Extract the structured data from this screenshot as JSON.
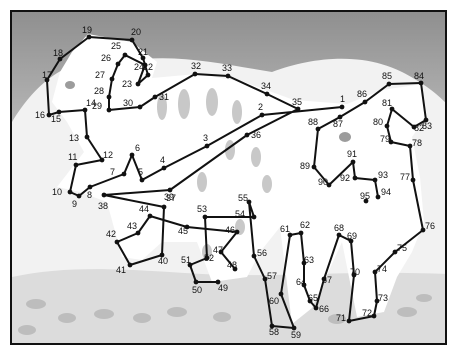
{
  "puzzle": {
    "type": "connect-the-dots",
    "dot_count": 95,
    "subject_color": "#ffffff",
    "line_color": "#111111",
    "sky_color": "#9a9a9a",
    "ground_color": "#d4d4d4",
    "rock_color": "#bdbdbd",
    "dot_labels": [
      "1",
      "2",
      "3",
      "4",
      "5",
      "6",
      "7",
      "8",
      "9",
      "10",
      "11",
      "12",
      "13",
      "14",
      "15",
      "16",
      "17",
      "18",
      "19",
      "20",
      "21",
      "22",
      "23",
      "24",
      "25",
      "26",
      "27",
      "28",
      "29",
      "30",
      "31",
      "32",
      "33",
      "34",
      "35",
      "36",
      "37",
      "38",
      "39",
      "40",
      "41",
      "42",
      "43",
      "44",
      "45",
      "46",
      "47",
      "48",
      "49",
      "50",
      "51",
      "52",
      "53",
      "54",
      "55",
      "56",
      "57",
      "58",
      "59",
      "60",
      "61",
      "62",
      "63",
      "64",
      "65",
      "66",
      "67",
      "68",
      "69",
      "70",
      "71",
      "72",
      "73",
      "74",
      "75",
      "76",
      "77",
      "78",
      "79",
      "80",
      "81",
      "82",
      "83",
      "84",
      "85",
      "86",
      "87",
      "88",
      "89",
      "90",
      "91",
      "92",
      "93",
      "94",
      "95"
    ]
  }
}
